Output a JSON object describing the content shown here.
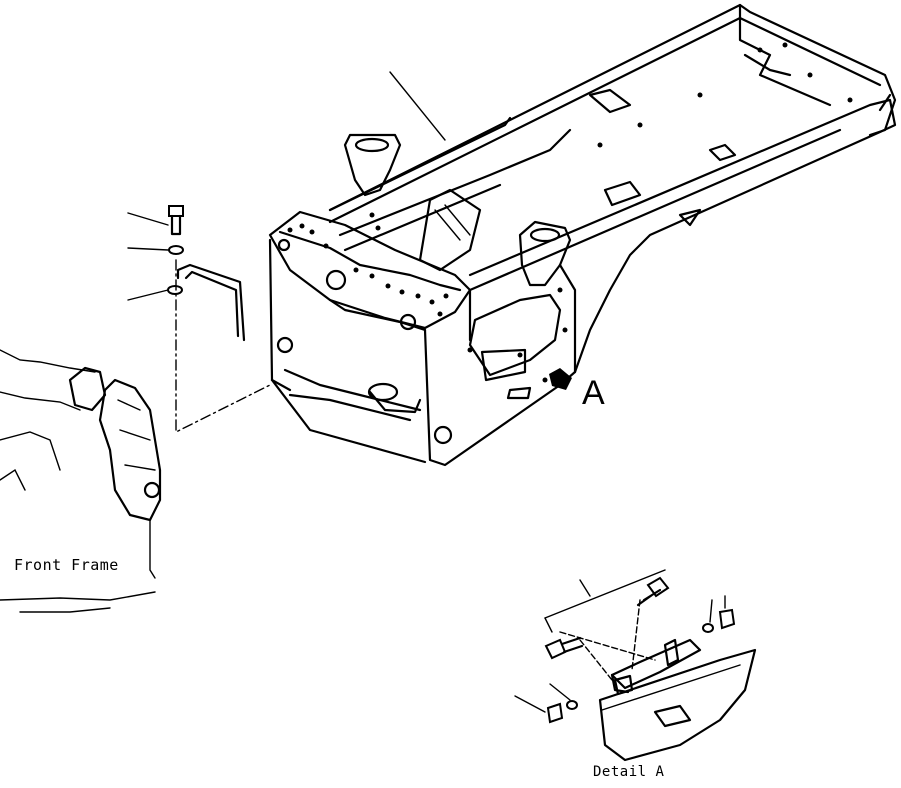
{
  "diagram": {
    "labels": {
      "front_frame": "Front Frame",
      "callout_a": "A",
      "detail_a": "Detail A"
    },
    "colors": {
      "ink": "#000000",
      "paper": "#ffffff"
    }
  }
}
